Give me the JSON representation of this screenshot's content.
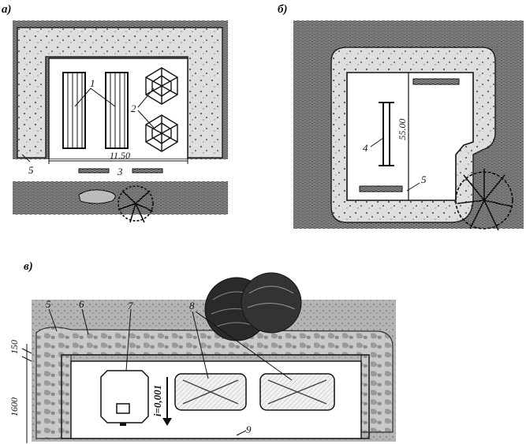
{
  "panels": [
    {
      "label": "а)",
      "callouts": {
        "hedge_left": "1",
        "trees": "2",
        "bench": "3",
        "corner": "5"
      },
      "dimension": "11.50"
    },
    {
      "label": "б)",
      "callouts": {
        "bar": "4",
        "corner": "5"
      },
      "dimension": "55.00"
    },
    {
      "label": "в)",
      "callouts": {
        "c5": "5",
        "c6": "6",
        "c7": "7",
        "c8": "8",
        "c9": "9"
      },
      "slope": "i=0,001",
      "dim_150": "150",
      "dim_1600": "1600"
    }
  ]
}
